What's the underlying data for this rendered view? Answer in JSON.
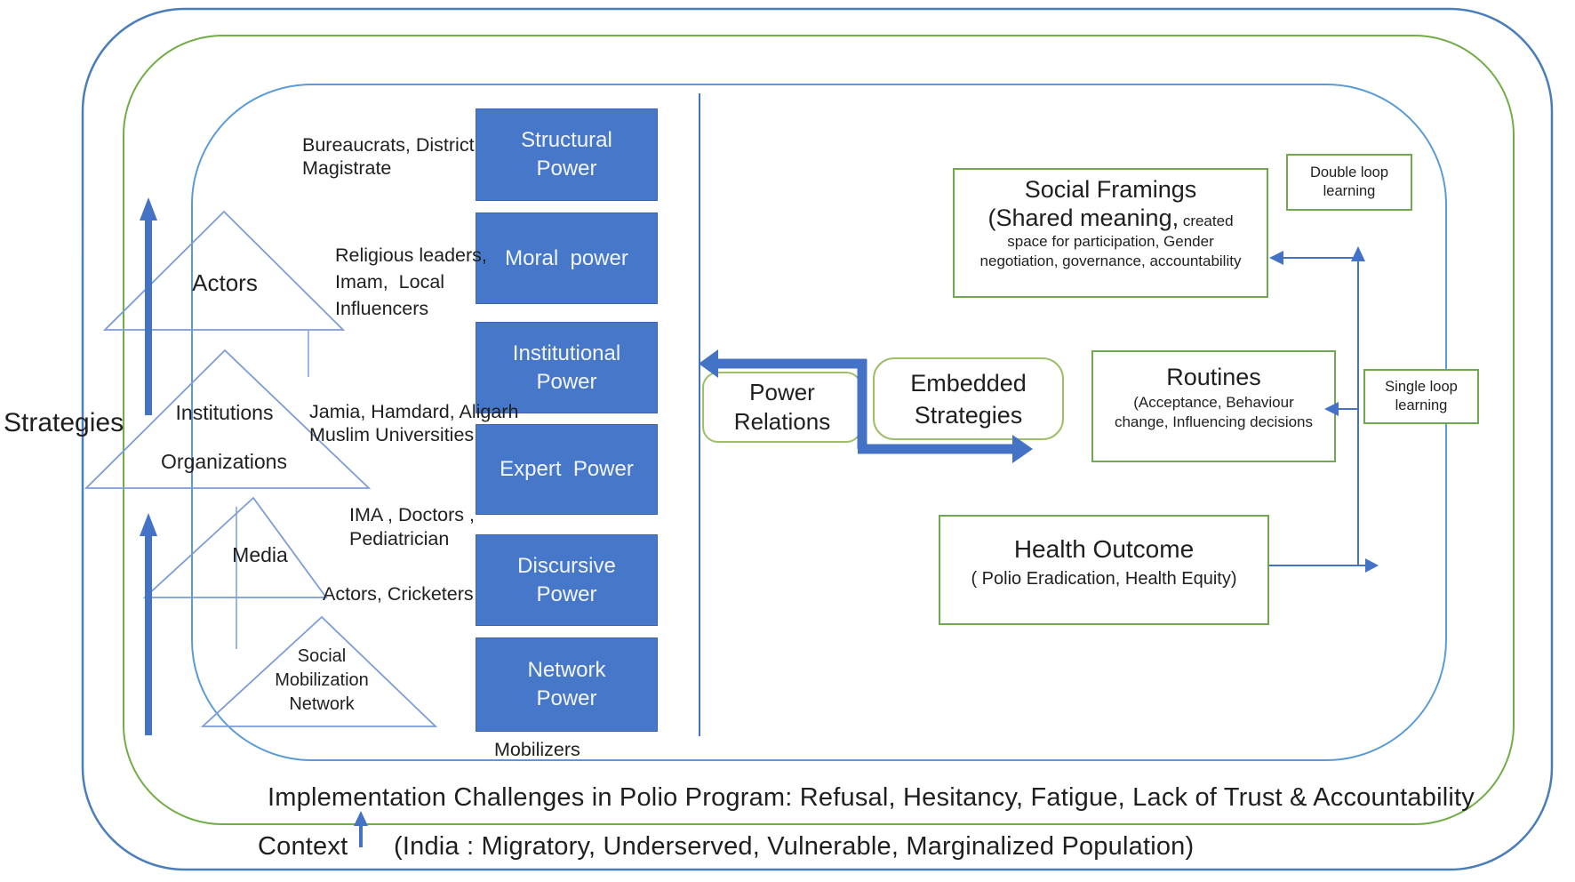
{
  "colors": {
    "box_blue": "#4677C8",
    "box_blue_border": "#3B65AE",
    "arrow_blue": "#4472C4",
    "triangle_blue": "#7D9DD6",
    "inner_blue": "#5B9BD5",
    "outer_blue": "#4A7EBB",
    "green_line": "#70AD47",
    "green_border": "#6FA84E",
    "green_border_light": "#9EBE67",
    "text_dark": "#1F1F1F",
    "box_text": "#F2F6FC"
  },
  "left_axis": {
    "strategies_label": "Strategies"
  },
  "triangle_labels": {
    "actors": "Actors",
    "institutions": "Institutions",
    "organizations": "Organizations",
    "media": "Media",
    "smn": {
      "lines": [
        "Social",
        "Mobilization",
        "Network"
      ]
    }
  },
  "annotations": [
    {
      "lines": [
        "Bureaucrats, District",
        "Magistrate"
      ]
    },
    {
      "lines": [
        "Religious leaders,",
        "Imam,  Local",
        "Influencers"
      ]
    },
    {
      "lines": [
        "Jamia, Hamdard, Aligarh",
        "Muslim Universities"
      ]
    },
    {
      "lines": [
        "IMA , Doctors ,",
        "Pediatrician"
      ]
    },
    {
      "lines": [
        "Actors, Cricketers"
      ]
    },
    {
      "lines": [
        "Mobilizers"
      ]
    }
  ],
  "power_boxes": [
    {
      "lines": [
        "Structural",
        "Power"
      ]
    },
    {
      "lines": [
        "Moral  power"
      ]
    },
    {
      "lines": [
        "Institutional",
        "Power"
      ]
    },
    {
      "lines": [
        "Expert  Power"
      ]
    },
    {
      "lines": [
        "Discursive",
        "Power"
      ]
    },
    {
      "lines": [
        "Network",
        "Power"
      ]
    }
  ],
  "relation_boxes": {
    "power_relations": {
      "lines": [
        "Power",
        "Relations"
      ]
    },
    "embedded_strategies": {
      "lines": [
        "Embedded",
        "Strategies"
      ]
    }
  },
  "outcome_boxes": {
    "social_framings": {
      "title": "Social Framings",
      "subtitle_large": "(Shared meaning,",
      "subtitle_small": " created",
      "detail_lines": [
        "space for participation, Gender",
        "negotiation, governance, accountability"
      ]
    },
    "double_loop": {
      "lines": [
        "Double loop",
        "learning"
      ]
    },
    "routines": {
      "title": "Routines",
      "detail_lines": [
        "(Acceptance, Behaviour",
        "change, Influencing decisions"
      ]
    },
    "single_loop": {
      "lines": [
        "Single loop",
        "learning"
      ]
    },
    "health_outcome": {
      "title": "Health Outcome",
      "detail": "( Polio Eradication, Health Equity)"
    }
  },
  "bottom": {
    "implementation_line": "Implementation Challenges in Polio Program: Refusal, Hesitancy, Fatigue, Lack of Trust & Accountability",
    "context_label": "Context",
    "context_detail": "(India : Migratory, Underserved, Vulnerable, Marginalized Population)"
  }
}
